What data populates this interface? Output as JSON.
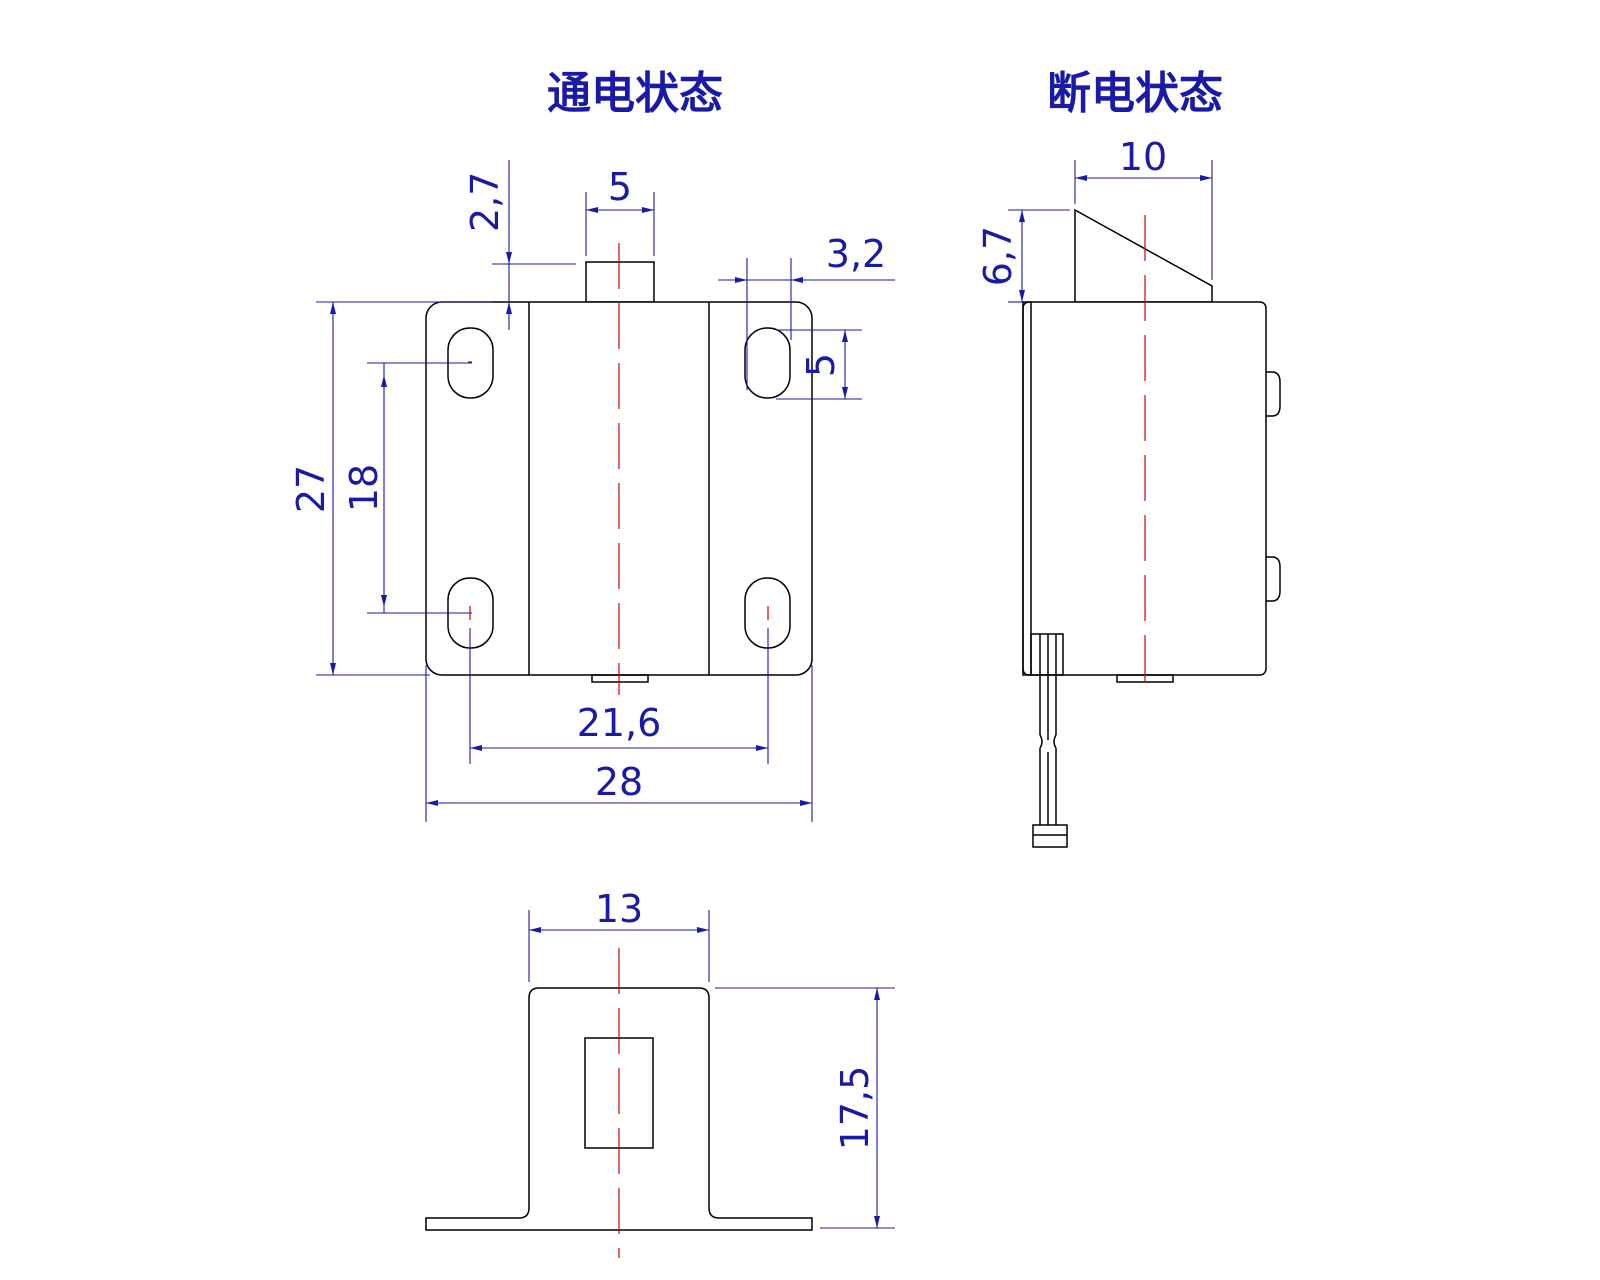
{
  "titles": {
    "powered": "通电状态",
    "unpowered": "断电状态"
  },
  "dimensions": {
    "plunger_protrusion": "2,7",
    "plunger_width": "5",
    "slot_width": "3,2",
    "slot_height": "5",
    "body_height": "27",
    "hole_spacing_vertical": "18",
    "hole_spacing_horizontal": "21,6",
    "body_width": "28",
    "latch_length": "10",
    "latch_height": "6,7",
    "bottom_width": "13",
    "bottom_height": "17,5"
  },
  "colors": {
    "outline": "#000000",
    "dimension": "#1a1aa8",
    "centerline": "#d40000"
  }
}
